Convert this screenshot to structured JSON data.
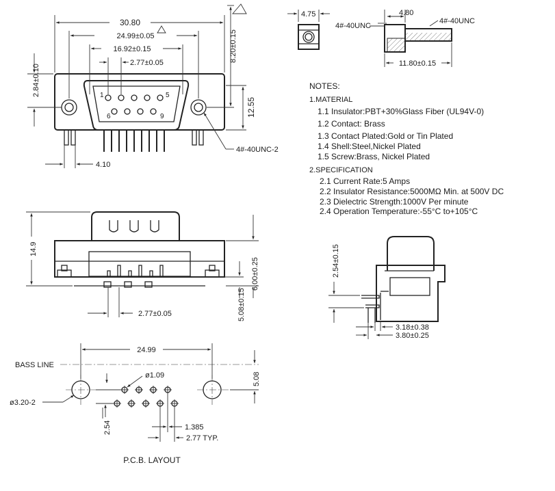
{
  "front_view": {
    "dim_overall_width": "30.80",
    "dim_mount_spacing": "24.99±0.05",
    "dim_pin_row_width": "16.92±0.15",
    "dim_pin_pitch": "2.77±0.05",
    "dim_left_height": "2.84±0.10",
    "dim_right_height": "8.20±0.15",
    "dim_body_height": "12.55",
    "dim_tail_offset": "4.10",
    "screw_callout": "4#-40UNC-2",
    "pin_labels": [
      "1",
      "5",
      "6",
      "9"
    ]
  },
  "screw_detail": {
    "dim_width": "4.75",
    "dim_head": "4.80",
    "dim_length": "11.80±0.15",
    "thread_left": "4#-40UNC",
    "thread_right": "4#-40UNC"
  },
  "notes": {
    "heading": "NOTES:",
    "material_heading": "1.MATERIAL",
    "material_items": [
      "1.1  Insulator:PBT+30%Glass Fiber (UL94V-0)",
      "1.2  Contact: Brass",
      "1.3  Contact Plated:Gold or Tin Plated",
      "1.4  Shell:Steel,Nickel Plated",
      "1.5  Screw:Brass, Nickel Plated"
    ],
    "spec_heading": "2.SPECIFICATION",
    "spec_items": [
      "2.1  Current Rate:5 Amps",
      "2.2  Insulator Resistance:5000MΩ Min. at 500V DC",
      "2.3  Dielectric Strength:1000V Per minute",
      "2.4  Operation Temperature:-55°C to+105°C"
    ]
  },
  "bottom_view": {
    "dim_height": "14.9",
    "dim_body": "6.00±0.25",
    "dim_tail": "5.08±0.15",
    "dim_pitch": "2.77±0.05"
  },
  "side_view": {
    "dim_height": "2.54±0.15",
    "dim_a": "3.18±0.38",
    "dim_b": "3.80±0.25"
  },
  "pcb_layout": {
    "base_line": "BASS LINE",
    "dim_span": "24.99",
    "dim_hole": "ø1.09",
    "dim_mount_hole": "ø3.20-2",
    "dim_offset": "5.08",
    "dim_row_spacing": "2.54",
    "dim_half_pitch": "1.385",
    "dim_pitch": "2.77 TYP.",
    "title": "P.C.B.  LAYOUT"
  }
}
